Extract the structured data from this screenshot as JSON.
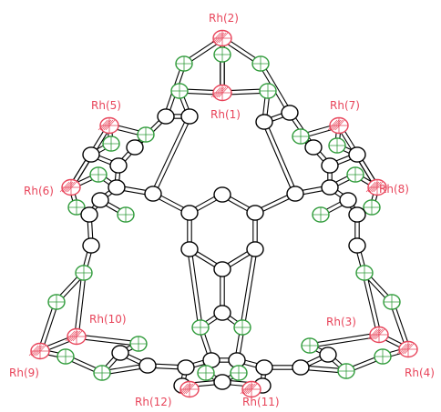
{
  "figure": {
    "labels": {
      "rh1": "Rh(1)",
      "rh2": "Rh(2)",
      "rh3": "Rh(3)",
      "rh4": "Rh(4)",
      "rh5": "Rh(5)",
      "rh6": "Rh(6)",
      "rh7": "Rh(7)",
      "rh8": "Rh(8)",
      "rh9": "Rh(9)",
      "rh10": "Rh(10)",
      "rh11": "Rh(11)",
      "rh12": "Rh(12)"
    },
    "colors": {
      "rhodium": "#e8445a",
      "oxygen": "#2f9b3a",
      "carbon_outline": "#000000",
      "carbon_fill": "#ffffff",
      "label": "#e8445a"
    }
  }
}
